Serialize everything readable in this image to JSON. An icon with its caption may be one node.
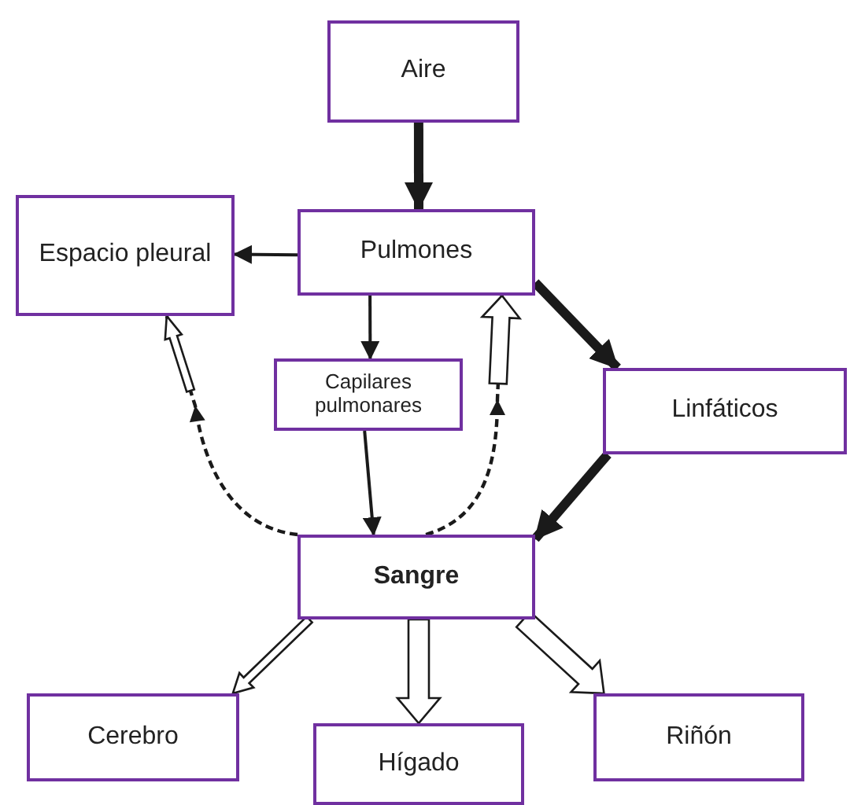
{
  "diagram": {
    "nodes": [
      {
        "text": [
          "Aire"
        ]
      },
      {
        "text": [
          "Espacio pleural"
        ]
      },
      {
        "text": [
          "Pulmones"
        ]
      },
      {
        "text": [
          "Capilares pulmonares"
        ]
      },
      {
        "text": [
          "Linfáticos"
        ]
      },
      {
        "text": [
          "Sangre"
        ]
      },
      {
        "text": [
          "Cerebro"
        ]
      },
      {
        "text": [
          "Hígado"
        ]
      },
      {
        "text": [
          "Riñón"
        ]
      }
    ],
    "edges": [
      {
        "from": 0,
        "to": 2,
        "arrow": "to",
        "style": "thick"
      },
      {
        "from": 2,
        "to": 1,
        "arrow": "to"
      },
      {
        "from": 2,
        "to": 3,
        "arrow": "to"
      },
      {
        "from": 2,
        "to": 4,
        "arrow": "to",
        "style": "thick"
      },
      {
        "from": 3,
        "to": 5,
        "arrow": "to"
      },
      {
        "from": 4,
        "to": 5,
        "arrow": "to",
        "style": "thick"
      },
      {
        "from": 5,
        "to": 1,
        "arrow": "to",
        "style": "dashed"
      },
      {
        "from": 5,
        "to": 2,
        "arrow": "to",
        "style": "dashed"
      },
      {
        "from": 5,
        "to": 6,
        "arrow": "to"
      },
      {
        "from": 5,
        "to": 7,
        "arrow": "to"
      },
      {
        "from": 5,
        "to": 8,
        "arrow": "to"
      }
    ]
  }
}
